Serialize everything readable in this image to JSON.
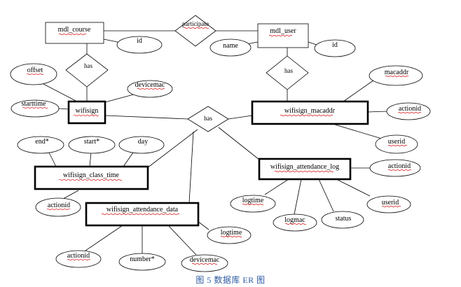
{
  "entities": {
    "mdl_course": "mdl_course",
    "mdl_user": "mdl_user",
    "wifisign": "wifisign",
    "wifisign_macaddr": "wifisign_macaddr",
    "wifisign_class_time": "wifisign_class_time",
    "wifisign_attendance_log": "wifisign_attendance_log",
    "wifisign_attendance_data": "wifisign_attendance_data"
  },
  "relationships": {
    "participate": "participate",
    "has_course": "has",
    "has_user": "has",
    "has_center": "has"
  },
  "attributes": {
    "course_id": "id",
    "user_name": "name",
    "user_id": "id",
    "offset": "offset",
    "starttime": "starttime",
    "devicemac": "devicemac",
    "macaddr": "macaddr",
    "mac_actionid": "actionid",
    "mac_userid": "userid",
    "end": "end*",
    "start": "start*",
    "day": "day",
    "class_actionid": "actionid",
    "log_actionid": "actionid",
    "log_logtime": "logtime",
    "log_logmac": "logmac",
    "log_status": "status",
    "log_userid": "userid",
    "data_logtime": "logtime",
    "data_actionid": "actionid",
    "data_number": "number*",
    "data_devicemac": "devicemac"
  },
  "caption": {
    "prefix": "图",
    "number": "5",
    "text": "数据库 ER 图"
  },
  "colors": {
    "caption": "#2c5aa0",
    "spellcheck_underline": "#d40000"
  }
}
